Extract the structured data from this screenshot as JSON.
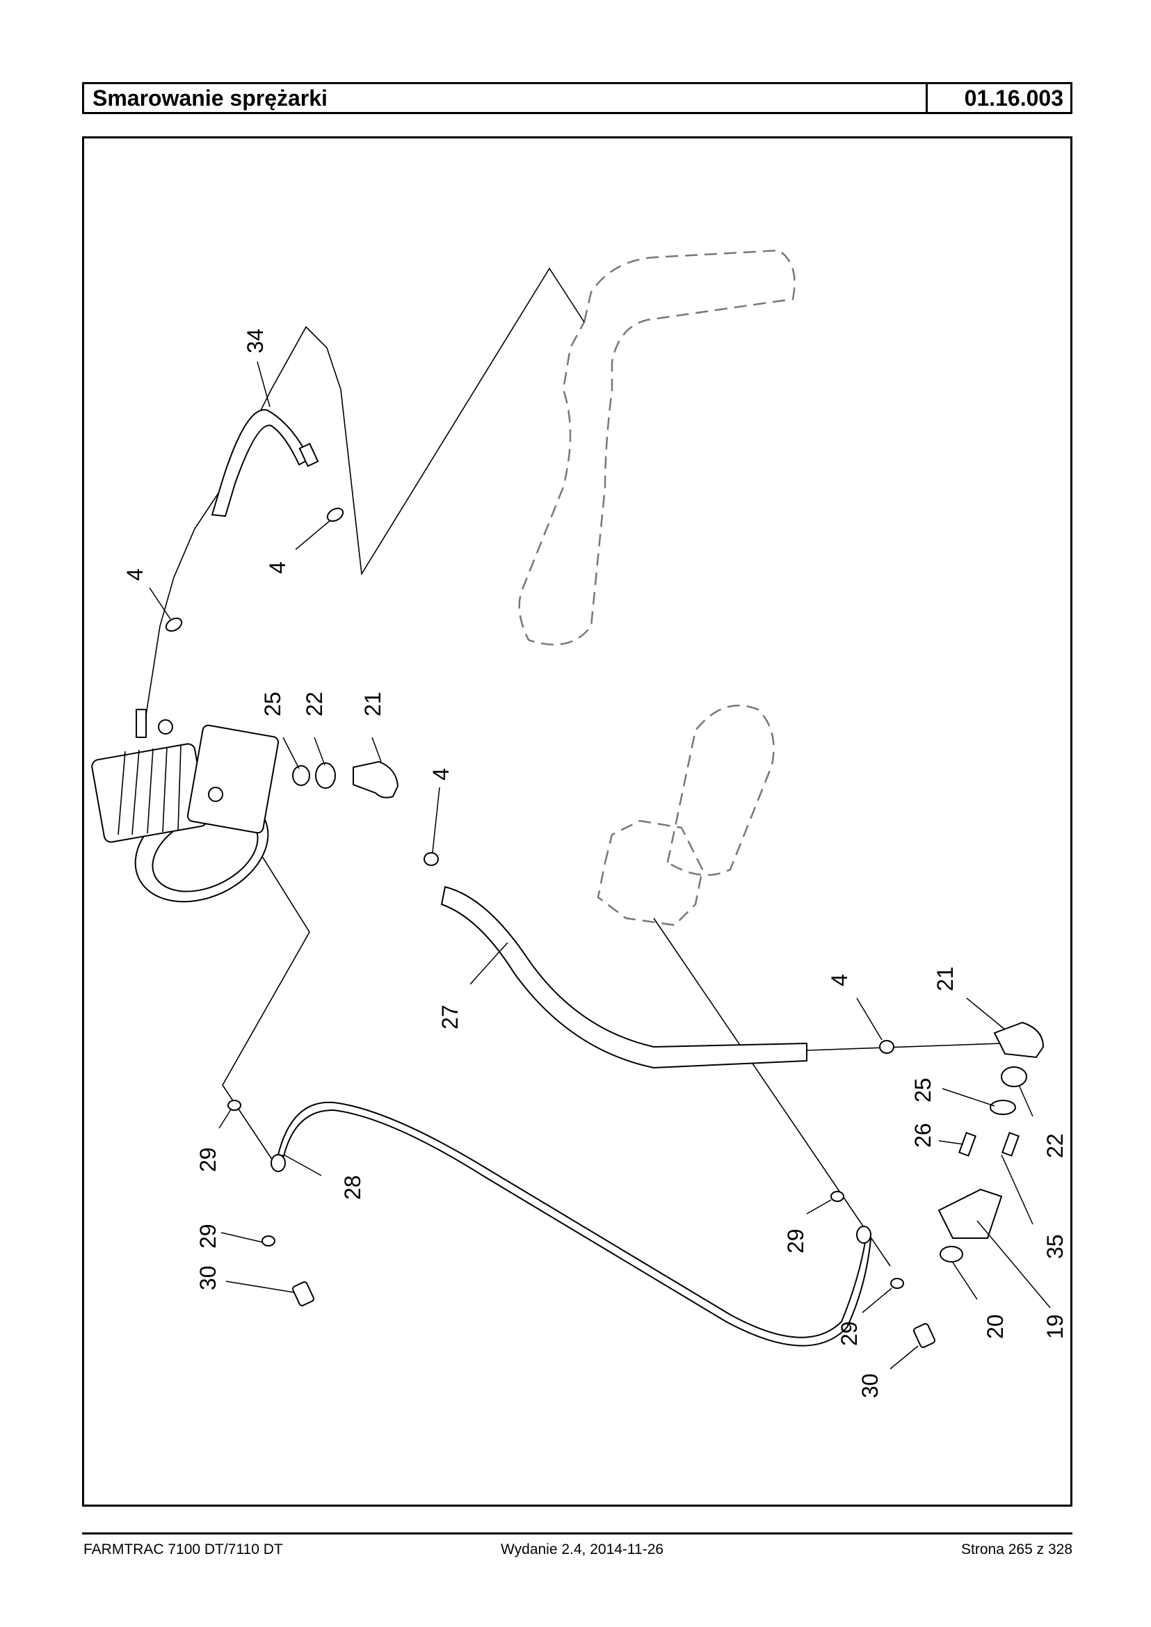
{
  "header": {
    "title": "Smarowanie sprężarki",
    "code": "01.16.003"
  },
  "footer": {
    "model": "FARMTRAC 7100 DT/7110 DT",
    "edition": "Wydanie 2.4,  2014-11-26",
    "page": "Strona 265 z 328"
  },
  "callouts": [
    {
      "id": "c34",
      "text": "34"
    },
    {
      "id": "c4a",
      "text": "4"
    },
    {
      "id": "c4b",
      "text": "4"
    },
    {
      "id": "c25a",
      "text": "25"
    },
    {
      "id": "c22a",
      "text": "22"
    },
    {
      "id": "c21a",
      "text": "21"
    },
    {
      "id": "c4c",
      "text": "4"
    },
    {
      "id": "c27",
      "text": "27"
    },
    {
      "id": "c4d",
      "text": "4"
    },
    {
      "id": "c21b",
      "text": "21"
    },
    {
      "id": "c25b",
      "text": "25"
    },
    {
      "id": "c22b",
      "text": "22"
    },
    {
      "id": "c26",
      "text": "26"
    },
    {
      "id": "c35",
      "text": "35"
    },
    {
      "id": "c20",
      "text": "20"
    },
    {
      "id": "c19",
      "text": "19"
    },
    {
      "id": "c29a",
      "text": "29"
    },
    {
      "id": "c28",
      "text": "28"
    },
    {
      "id": "c29b",
      "text": "29"
    },
    {
      "id": "c30a",
      "text": "30"
    },
    {
      "id": "c29c",
      "text": "29"
    },
    {
      "id": "c29d",
      "text": "29"
    },
    {
      "id": "c30b",
      "text": "30"
    }
  ]
}
